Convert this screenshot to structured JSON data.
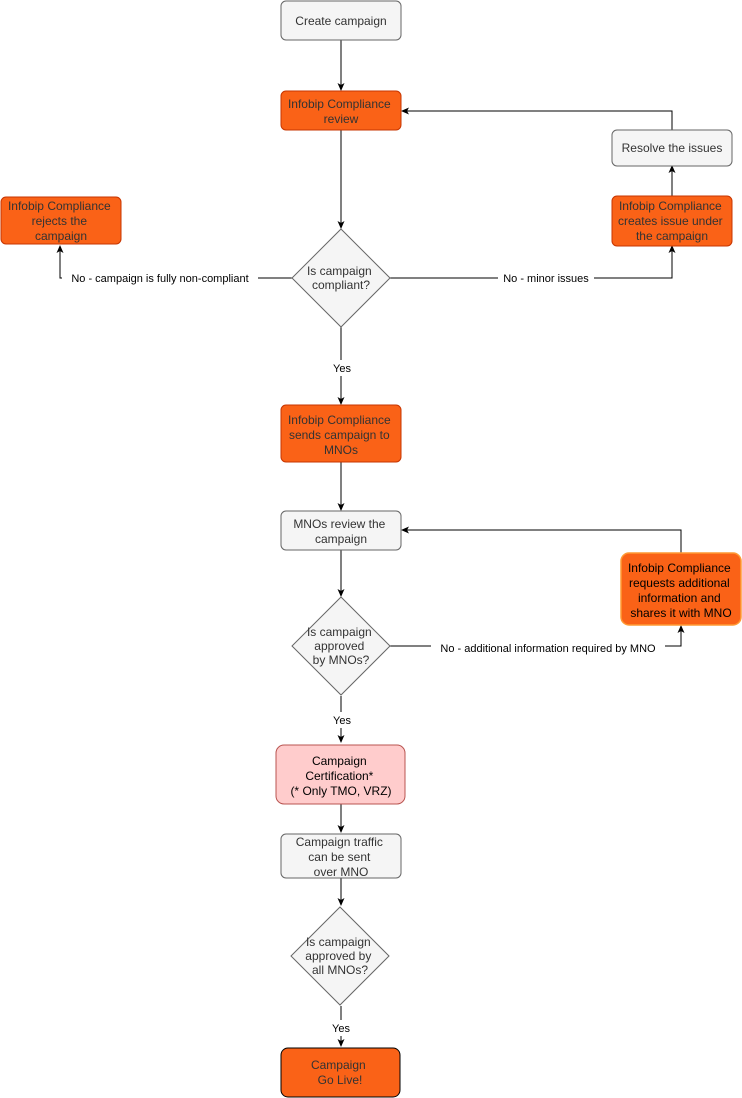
{
  "colors": {
    "process_fill": "#f5f5f5",
    "process_stroke": "#666666",
    "process_text": "#333333",
    "orange_fill": "#fa6217",
    "orange_stroke": "#c73500",
    "orange_text": "#333333",
    "pink_fill": "#ffcccc",
    "pink_stroke": "#b85450",
    "go_live_fill": "#fa6217",
    "go_live_stroke": "#000000",
    "edge": "#000000"
  },
  "nodes": {
    "create_campaign": "Create campaign",
    "compliance_review": [
      "Infobip Compliance",
      "review"
    ],
    "resolve_issues": "Resolve the issues",
    "rejects": [
      "Infobip Compliance",
      "rejects the",
      "campaign"
    ],
    "creates_issue": [
      "Infobip Compliance",
      "creates issue under",
      "the campaign"
    ],
    "is_compliant": [
      "Is campaign",
      "compliant?"
    ],
    "sends_to_mnos": [
      "Infobip Compliance",
      "sends campaign to",
      "MNOs"
    ],
    "mnos_review": [
      "MNOs review the",
      "campaign"
    ],
    "requests_info": [
      "Infobip Compliance",
      "requests additional",
      "information and",
      "shares it with MNO"
    ],
    "approved_by_mnos": [
      "Is campaign",
      "approved",
      "by MNOs?"
    ],
    "certification": [
      "Campaign",
      "Certification*",
      "(* Only TMO, VRZ)"
    ],
    "traffic": [
      "Campaign traffic",
      "can be sent",
      "over MNO"
    ],
    "approved_all": [
      "Is campaign",
      "approved by",
      "all MNOs?"
    ],
    "go_live": [
      "Campaign",
      "Go Live!"
    ]
  },
  "edge_labels": {
    "non_compliant": "No - campaign is fully non-compliant",
    "minor_issues": "No - minor issues",
    "yes_compliant": "Yes",
    "additional_info": "No - additional information required by MNO",
    "yes_approved": "Yes",
    "yes_all": "Yes"
  }
}
